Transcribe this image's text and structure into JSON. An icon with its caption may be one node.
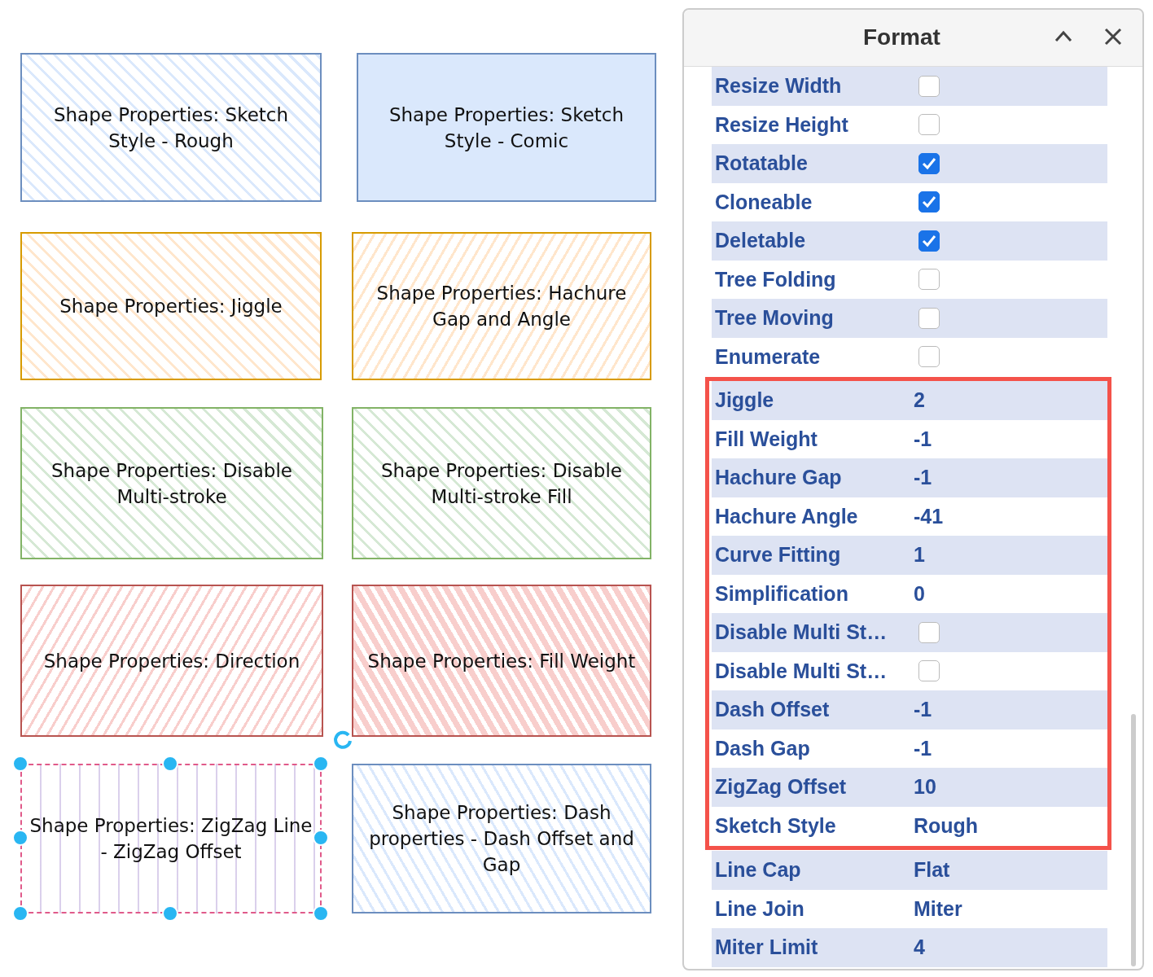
{
  "diagram": {
    "nodes": [
      {
        "text": [
          "Shape Properties: Sketch Style - Rough"
        ]
      },
      {
        "text": [
          "Shape Properties: Sketch Style - Comic"
        ]
      },
      {
        "text": [
          "Shape Properties: Jiggle"
        ]
      },
      {
        "text": [
          "Shape Properties: Hachure Gap and Angle"
        ]
      },
      {
        "text": [
          "Shape Properties: Disable Multi-stroke"
        ]
      },
      {
        "text": [
          "Shape Properties: Disable Multi-stroke Fill"
        ]
      },
      {
        "text": [
          "Shape Properties: Direction"
        ]
      },
      {
        "text": [
          "Shape Properties: Fill Weight"
        ]
      },
      {
        "text": [
          "Shape Properties: ZigZag Line - ZigZag Offset"
        ]
      },
      {
        "text": [
          "Shape Properties: Dash properties - Dash Offset and Gap"
        ]
      },
      {
        "text": [
          "Format"
        ]
      },
      {
        "text": [
          "Resize Width"
        ],
        "in": 10
      },
      {
        "text": [
          "Resize Height"
        ],
        "in": 10
      },
      {
        "text": [
          "Rotatable"
        ],
        "in": 10
      },
      {
        "text": [
          "Cloneable"
        ],
        "in": 10
      },
      {
        "text": [
          "Deletable"
        ],
        "in": 10
      },
      {
        "text": [
          "Tree Folding"
        ],
        "in": 10
      },
      {
        "text": [
          "Tree Moving"
        ],
        "in": 10
      },
      {
        "text": [
          "Enumerate"
        ],
        "in": 10
      },
      {
        "text": [],
        "shape": "box",
        "in": 10
      },
      {
        "text": [
          "Jiggle",
          "2"
        ],
        "in": 19
      },
      {
        "text": [
          "Fill Weight",
          "-1"
        ],
        "in": 19
      },
      {
        "text": [
          "Hachure Gap",
          "-1"
        ],
        "in": 19
      },
      {
        "text": [
          "Hachure Angle",
          "-41"
        ],
        "in": 19
      },
      {
        "text": [
          "Curve Fitting",
          "1"
        ],
        "in": 19
      },
      {
        "text": [
          "Simplification",
          "0"
        ],
        "in": 19
      },
      {
        "text": [
          "Disable Multi St…"
        ],
        "in": 19
      },
      {
        "text": [
          "Disable Multi St…"
        ],
        "in": 19
      },
      {
        "text": [
          "Dash Offset",
          "-1"
        ],
        "in": 19
      },
      {
        "text": [
          "Dash Gap",
          "-1"
        ],
        "in": 19
      },
      {
        "text": [
          "ZigZag Offset",
          "10"
        ],
        "in": 19
      },
      {
        "text": [
          "Sketch Style",
          "Rough"
        ],
        "in": 19
      },
      {
        "text": [
          "Line Cap",
          "Flat"
        ],
        "in": 10
      },
      {
        "text": [
          "Line Join",
          "Miter"
        ],
        "in": 10
      },
      {
        "text": [
          "Miter Limit",
          "4"
        ],
        "in": 10
      }
    ]
  }
}
